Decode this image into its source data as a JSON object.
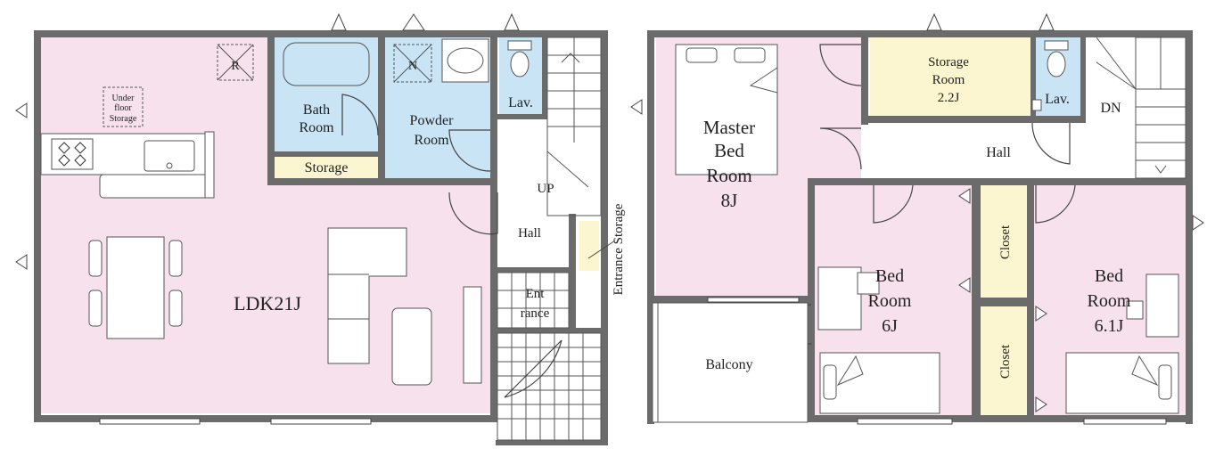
{
  "floor1": {
    "rooms": {
      "ldk": "LDK21J",
      "bath_line1": "Bath",
      "bath_line2": "Room",
      "powder_line1": "Powder",
      "powder_line2": "Room",
      "lav": "Lav.",
      "storage": "Storage",
      "underfloor_line1": "Under",
      "underfloor_line2": "floor",
      "underfloor_line3": "Storage",
      "hall": "Hall",
      "up": "UP",
      "entrance_line1": "Ent",
      "entrance_line2": "rance",
      "entrance_storage": "Entrance Storage",
      "vent_r": "R",
      "vent_n": "N"
    }
  },
  "floor2": {
    "rooms": {
      "master_line1": "Master",
      "master_line2": "Bed",
      "master_line3": "Room",
      "master_line4": "8J",
      "storage_line1": "Storage",
      "storage_line2": "Room",
      "storage_line3": "2.2J",
      "lav": "Lav.",
      "dn": "DN",
      "hall": "Hall",
      "closet_top": "Closet",
      "closet_bottom": "Closet",
      "bed6_line1": "Bed",
      "bed6_line2": "Room",
      "bed6_line3": "6J",
      "bed61_line1": "Bed",
      "bed61_line2": "Room",
      "bed61_line3": "6.1J",
      "balcony": "Balcony"
    }
  },
  "colors": {
    "pink": "#f7e1ec",
    "blue": "#c9e4f4",
    "yellow": "#fbf6cf",
    "wall": "#6b6b6b"
  }
}
